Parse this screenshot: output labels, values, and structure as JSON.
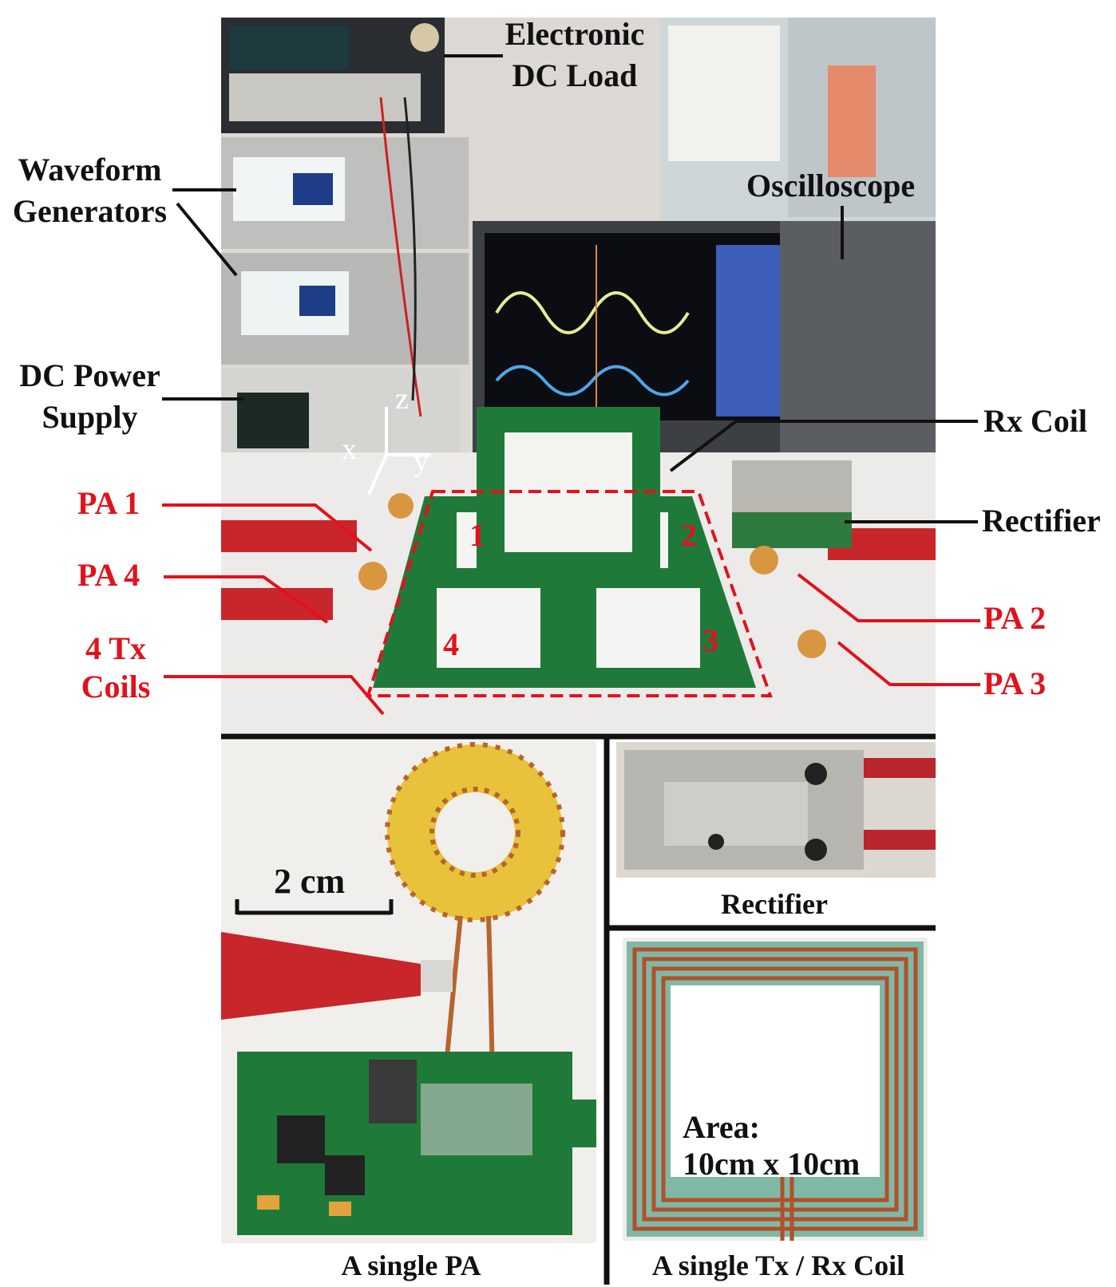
{
  "labels": {
    "electronic_dc_load": [
      "Electronic",
      "DC Load"
    ],
    "waveform_generators": [
      "Waveform",
      "Generators"
    ],
    "oscilloscope": "Oscilloscope",
    "dc_power_supply": [
      "DC Power",
      "Supply"
    ],
    "rx_coil": "Rx Coil",
    "rectifier_top": "Rectifier",
    "pa1": "PA 1",
    "pa2": "PA 2",
    "pa3": "PA 3",
    "pa4": "PA 4",
    "tx_coils": [
      "4 Tx",
      "Coils"
    ],
    "coil_numbers": [
      "1",
      "2",
      "3",
      "4"
    ],
    "axes": {
      "z": "z",
      "x": "x",
      "y": "y"
    },
    "scale_bar": "2 cm",
    "area": [
      "Area:",
      "10cm x 10cm"
    ],
    "caption_pa": "A single PA",
    "caption_rectifier": "Rectifier",
    "caption_coil": "A single Tx / Rx Coil"
  },
  "colors": {
    "label_red": "#e1121c",
    "pcb_green": "#1f7a3a",
    "copper": "#b5652e",
    "coil_board": "#7fb9a6"
  }
}
